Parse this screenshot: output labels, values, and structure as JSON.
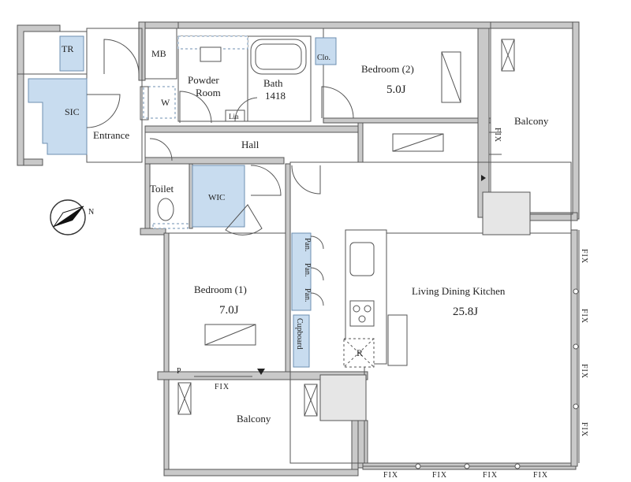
{
  "rooms": {
    "tr": "TR",
    "mb": "MB",
    "sic": "SIC",
    "entrance": "Entrance",
    "w": "W",
    "powder_room_1": "Powder",
    "powder_room_2": "Room",
    "bath": "Bath",
    "bath_size": "1418",
    "lin": "Lin",
    "clo": "Clo.",
    "bedroom2": "Bedroom (2)",
    "bedroom2_size": "5.0J",
    "balcony_top": "Balcony",
    "hall": "Hall",
    "toilet": "Toilet",
    "wic": "WIC",
    "bedroom1": "Bedroom (1)",
    "bedroom1_size": "7.0J",
    "pan": "Pan.",
    "cupboard": "Cupboard",
    "r": "R",
    "ldk": "Living Dining Kitchen",
    "ldk_size": "25.8J",
    "p": "P",
    "balcony_bottom": "Balcony",
    "fix": "FIX",
    "north": "N"
  },
  "colors": {
    "closet": "#c8dcef",
    "wall": "#c9c9c9"
  }
}
